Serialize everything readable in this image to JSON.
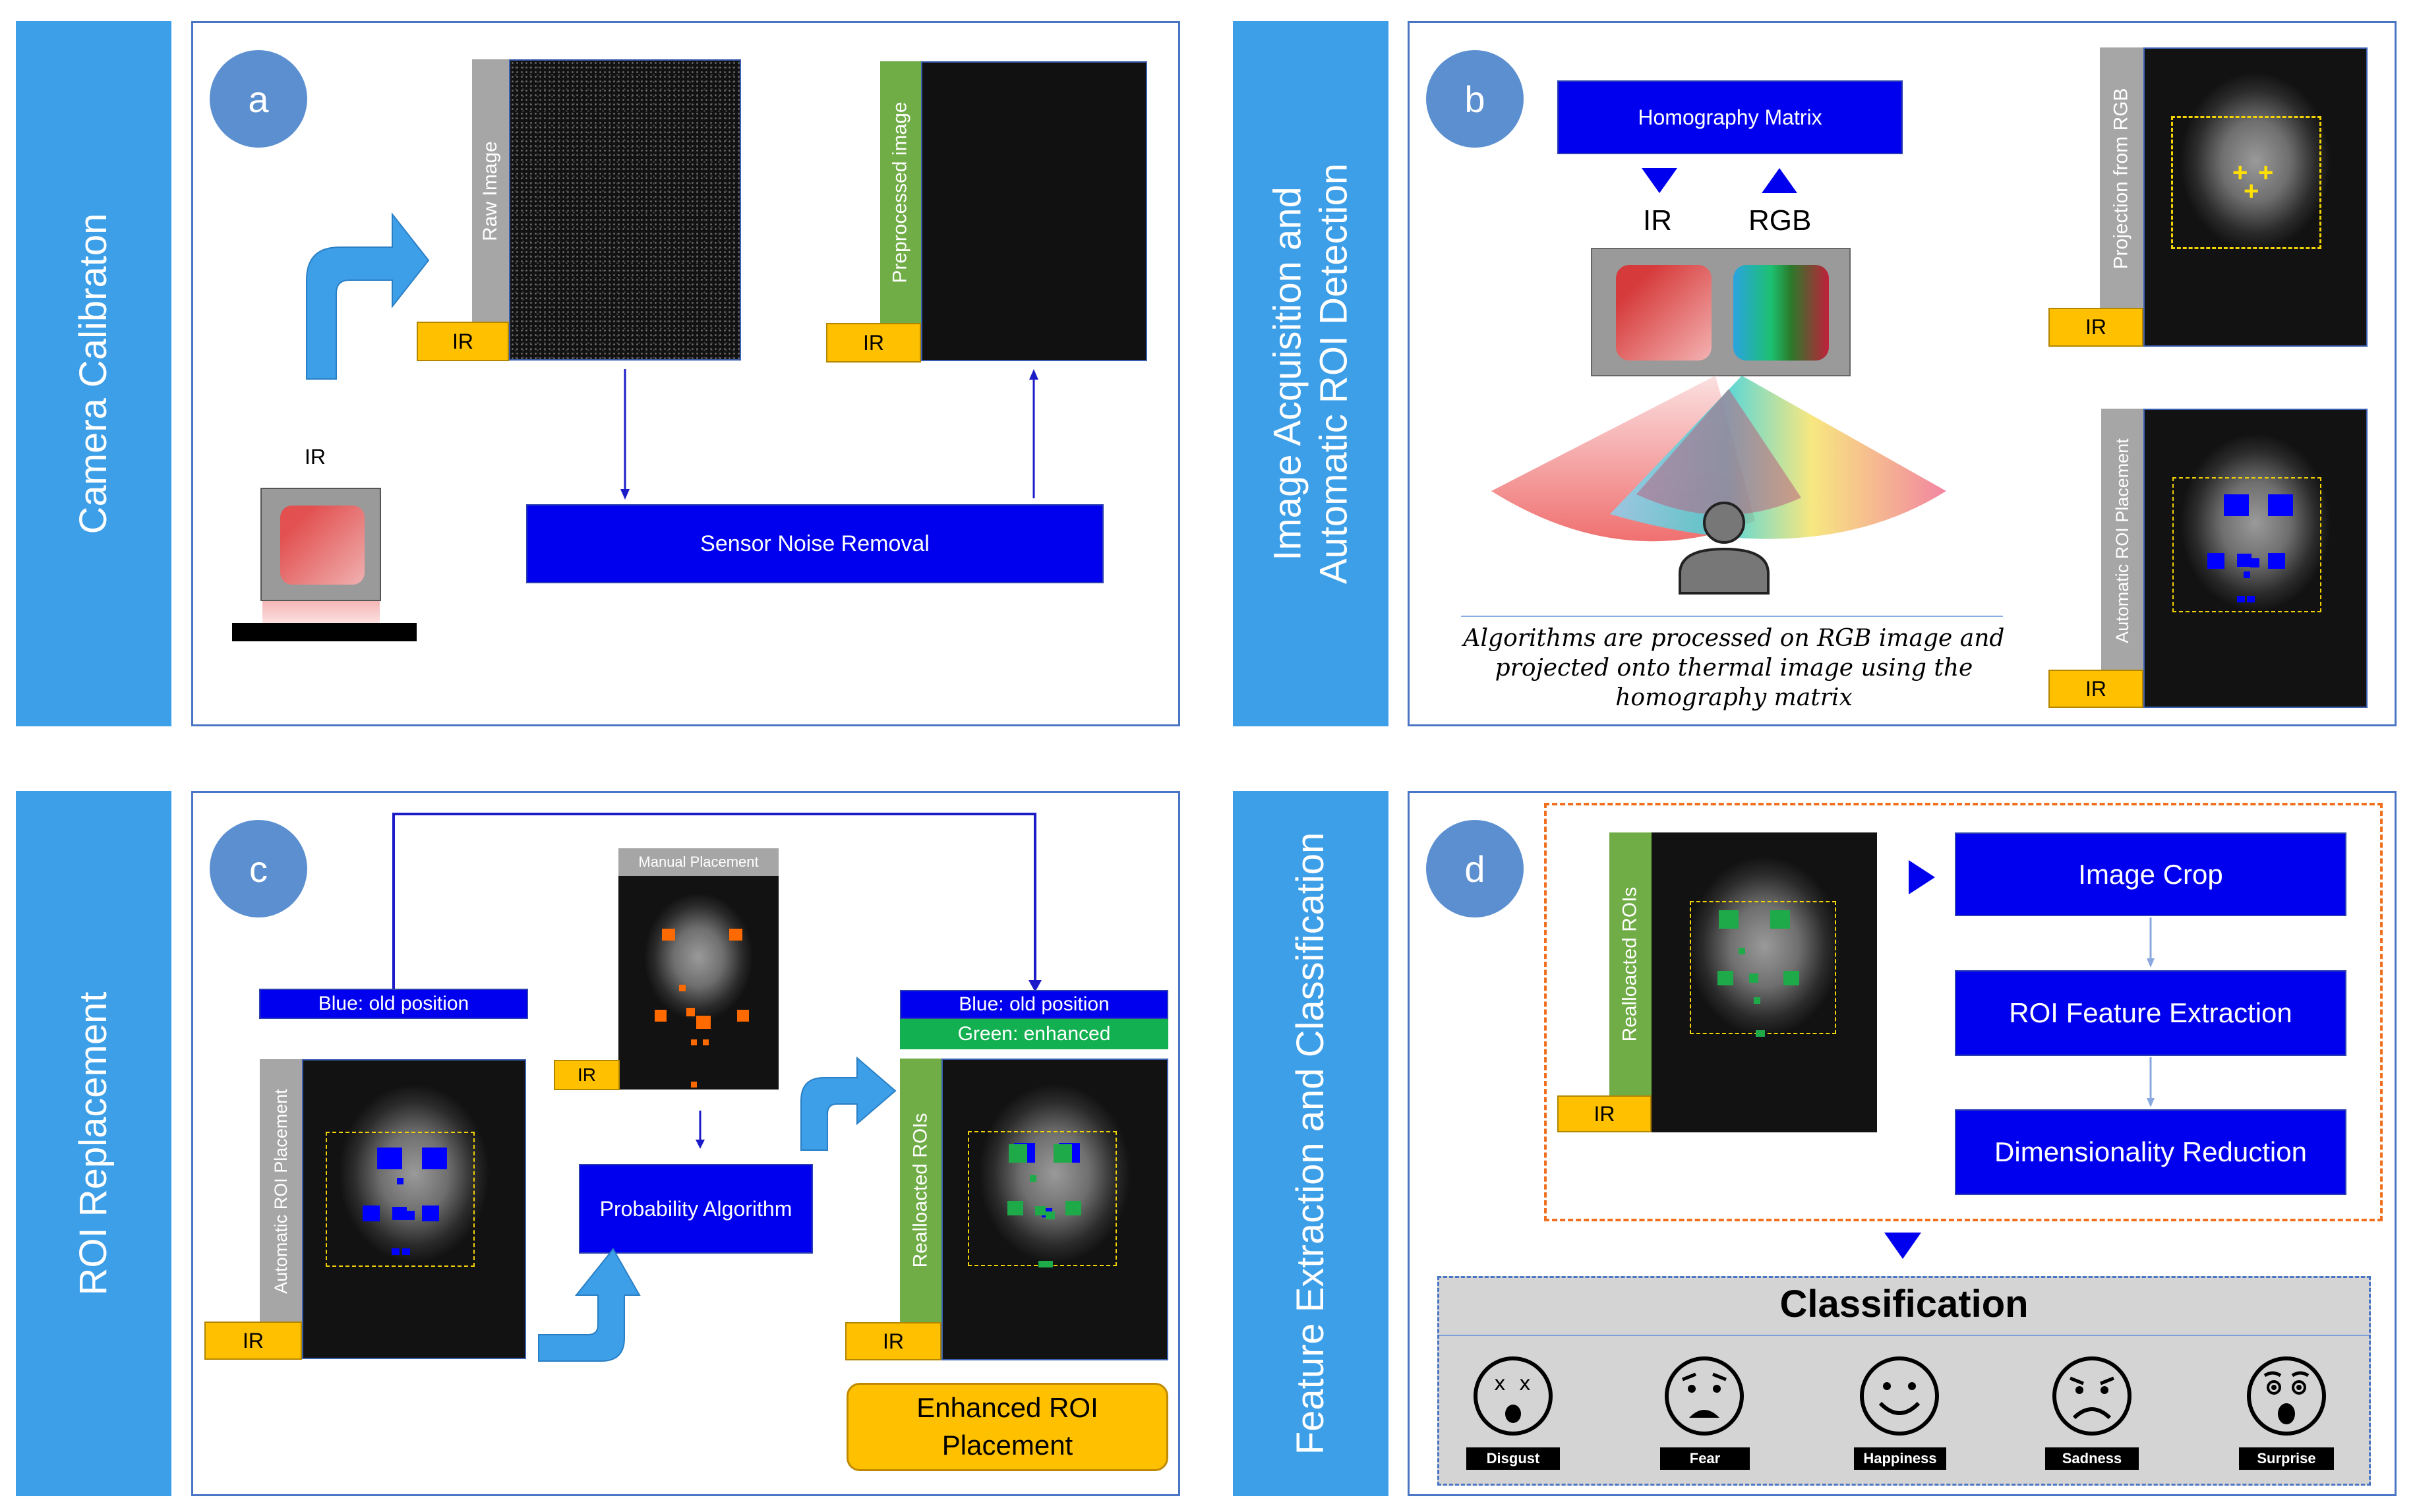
{
  "sidebars": {
    "a": "Camera Calibraton",
    "b_line1": "Image Acquisition and",
    "b_line2": "Automatic ROI Detection",
    "c": "ROI Replacement",
    "d": "Feature Extraction and Classification"
  },
  "panel_a": {
    "badge": "a",
    "raw_label": "Raw Image",
    "pre_label": "Preprocessed image",
    "ir": "IR",
    "camera_label": "IR",
    "noise_box": "Sensor Noise Removal"
  },
  "panel_b": {
    "badge": "b",
    "homography": "Homography Matrix",
    "ir_label": "IR",
    "rgb_label": "RGB",
    "caption_line1": "Algorithms are processed on RGB image and",
    "caption_line2": "projected onto thermal image using the",
    "caption_line3": "homography matrix",
    "proj_label": "Projection from RGB",
    "auto_label": "Automatic ROI Placement",
    "ir": "IR"
  },
  "panel_c": {
    "badge": "c",
    "blue_old": "Blue: old position",
    "manual": "Manual Placement",
    "auto_label": "Automatic ROI Placement",
    "prob": "Probability Algorithm",
    "blue_old2": "Blue: old position",
    "green_enh": "Green: enhanced",
    "realloc": "Realloacted ROIs",
    "ir": "IR",
    "enhanced_line1": "Enhanced ROI",
    "enhanced_line2": "Placement"
  },
  "panel_d": {
    "badge": "d",
    "realloc": "Realloacted ROIs",
    "ir": "IR",
    "crop": "Image Crop",
    "feature": "ROI Feature Extraction",
    "dim": "Dimensionality Reduction",
    "classification": "Classification",
    "emotions": [
      "Disgust",
      "Fear",
      "Happiness",
      "Sadness",
      "Surprise"
    ]
  },
  "colors": {
    "sidebar": "#3d9fe8",
    "blue_box": "#0000ee",
    "ir_tag": "#ffc000",
    "green_tag": "#1faa4a",
    "orange_roi": "#ff6a00"
  }
}
